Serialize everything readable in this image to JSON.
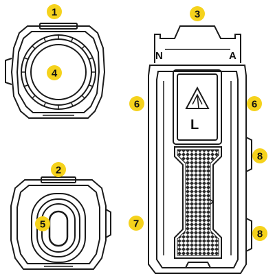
{
  "colors": {
    "callout_fill": "#f5d21c",
    "line": "#1a1a1a",
    "grip": "#3a3a3a",
    "background": "#ffffff"
  },
  "callouts": {
    "c1": "1",
    "c2": "2",
    "c3": "3",
    "c4": "4",
    "c5": "5",
    "c6_left": "6",
    "c6_right": "6",
    "c7": "7",
    "c8_top": "8",
    "c8_bottom": "8"
  },
  "device_labels": {
    "mount_left": "N",
    "mount_right": "A",
    "body_letter": "L"
  }
}
